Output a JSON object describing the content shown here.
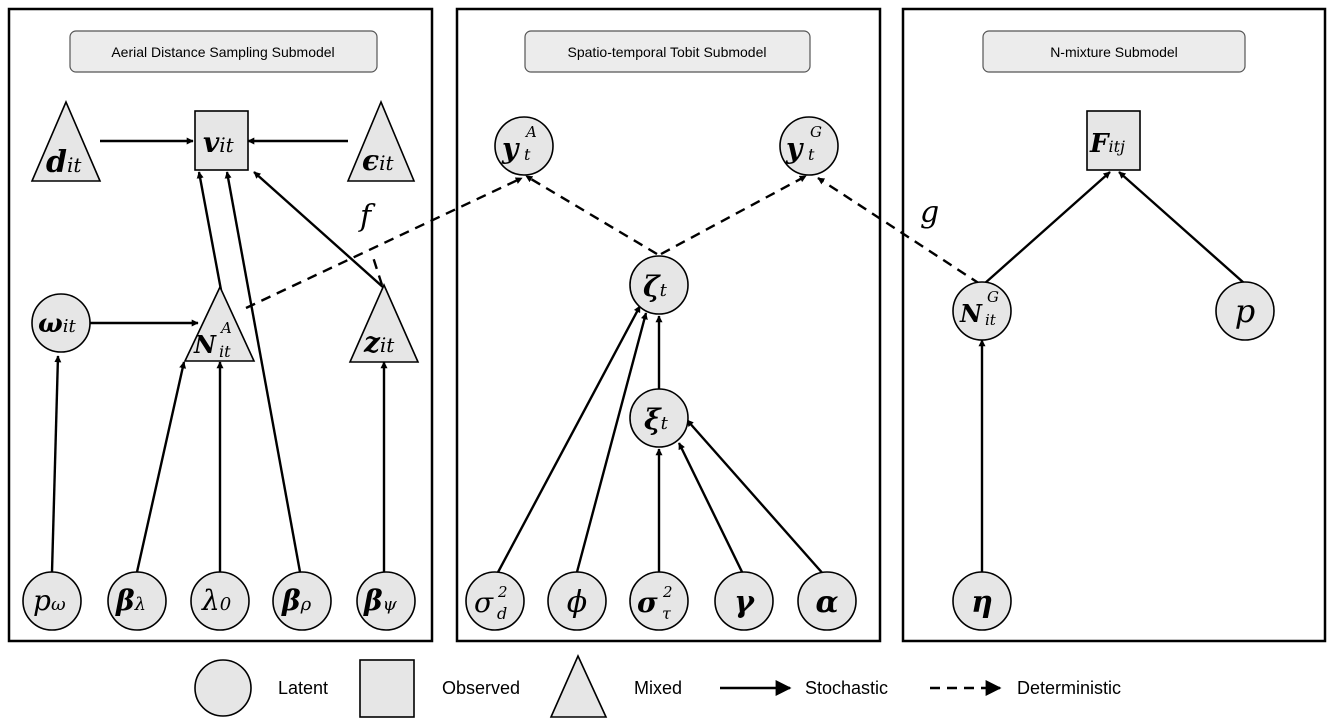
{
  "panels": {
    "left": {
      "title": "Aerial Distance Sampling Submodel"
    },
    "middle": {
      "title": "Spatio-temporal Tobit Submodel"
    },
    "right": {
      "title": "N-mixture Submodel"
    }
  },
  "nodes": {
    "d_it": {
      "base": "d",
      "sub": "it",
      "shape": "triangle"
    },
    "v_it": {
      "base": "v",
      "sub": "it",
      "shape": "square"
    },
    "eps_it": {
      "base": "ϵ",
      "sub": "it",
      "shape": "triangle"
    },
    "omega_it": {
      "base": "ω",
      "sub": "it",
      "shape": "circle"
    },
    "NA_it": {
      "base": "N",
      "sub": "it",
      "sup": "A",
      "shape": "triangle"
    },
    "z_it": {
      "base": "z",
      "sub": "it",
      "shape": "triangle"
    },
    "p_omega": {
      "base": "p",
      "sub": "ω",
      "shape": "circle"
    },
    "beta_lambda": {
      "base": "β",
      "sub": "λ",
      "shape": "circle"
    },
    "lambda0": {
      "base": "λ",
      "sub": "0",
      "shape": "circle"
    },
    "beta_rho": {
      "base": "β",
      "sub": "ρ",
      "shape": "circle"
    },
    "beta_psi": {
      "base": "β",
      "sub": "ψ",
      "shape": "circle"
    },
    "yA_t": {
      "base": "y",
      "sub": "t",
      "sup": "A",
      "shape": "circle"
    },
    "yG_t": {
      "base": "y",
      "sub": "t",
      "sup": "G",
      "shape": "circle"
    },
    "zeta_t": {
      "base": "ζ",
      "sub": "t",
      "shape": "circle"
    },
    "xi_t": {
      "base": "ξ",
      "sub": "t",
      "shape": "circle"
    },
    "sigma2_d": {
      "base": "σ",
      "sub": "d",
      "sup": "2",
      "shape": "circle"
    },
    "phi": {
      "base": "ϕ",
      "shape": "circle"
    },
    "sigma2_tau": {
      "base": "σ",
      "sub": "τ",
      "sup": "2",
      "shape": "circle"
    },
    "gamma": {
      "base": "γ",
      "shape": "circle"
    },
    "alpha": {
      "base": "α",
      "shape": "circle"
    },
    "F_itj": {
      "base": "F",
      "sub": "itj",
      "shape": "square"
    },
    "NG_it": {
      "base": "N",
      "sub": "it",
      "sup": "G",
      "shape": "circle"
    },
    "p": {
      "base": "p",
      "shape": "circle"
    },
    "eta": {
      "base": "η",
      "shape": "circle"
    }
  },
  "functions": {
    "f": "f",
    "g": "g"
  },
  "legend": {
    "latent": "Latent",
    "observed": "Observed",
    "mixed": "Mixed",
    "stochastic": "Stochastic",
    "deterministic": "Deterministic"
  }
}
